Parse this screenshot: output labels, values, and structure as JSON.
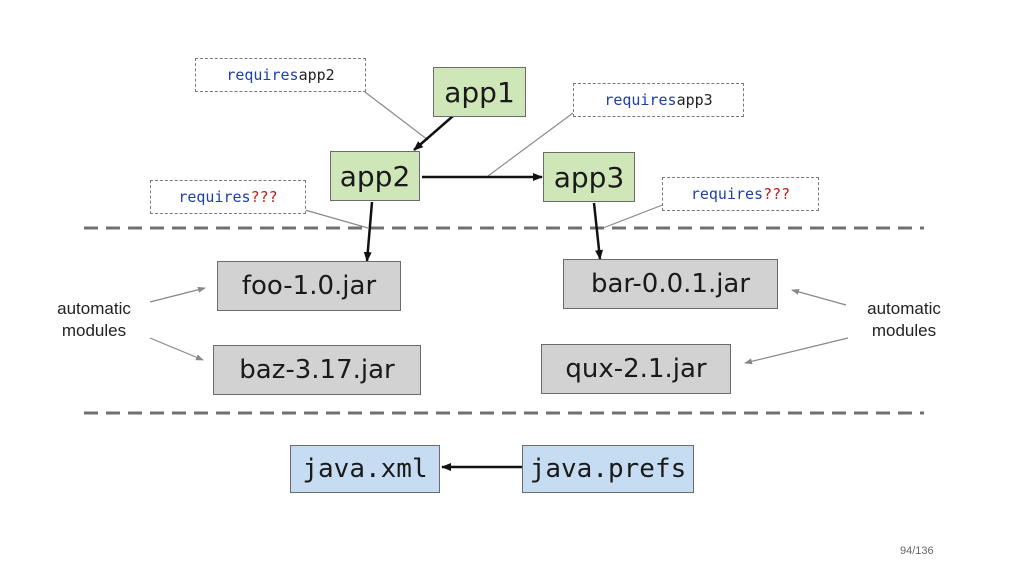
{
  "modules": {
    "app1": "app1",
    "app2": "app2",
    "app3": "app3",
    "foo": "foo-1.0.jar",
    "baz": "baz-3.17.jar",
    "bar": "bar-0.0.1.jar",
    "qux": "qux-2.1.jar",
    "java_xml": "java.xml",
    "java_prefs": "java.prefs"
  },
  "notes": {
    "requires_keyword": "requires",
    "app2_target": "app2",
    "app3_target": "app3",
    "unknown_target": "???"
  },
  "labels": {
    "automatic_modules_left_line1": "automatic",
    "automatic_modules_left_line2": "modules",
    "automatic_modules_right_line1": "automatic",
    "automatic_modules_right_line2": "modules"
  },
  "page_number": "94/136",
  "colors": {
    "app_module": "#cfe6b8",
    "jar_module": "#d2d2d2",
    "jdk_module": "#c6dcf2",
    "keyword": "#1d3fa8",
    "unknown": "#c21a1a"
  }
}
